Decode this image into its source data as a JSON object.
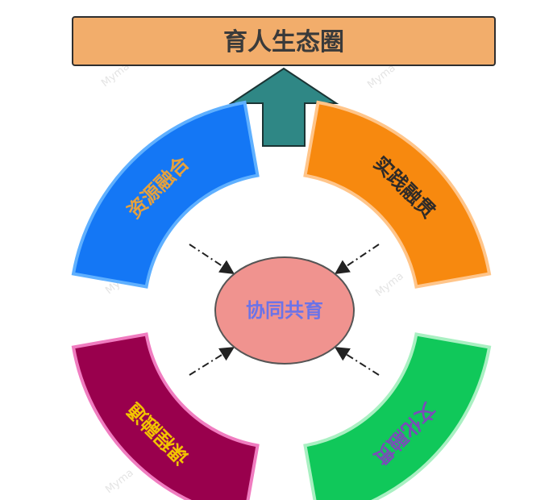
{
  "title": "育人生态圈",
  "center": {
    "label": "协同共育",
    "text_color": "#6b73e8"
  },
  "sectors": [
    {
      "id": "top-left",
      "label": "资源融合",
      "fill": "#1477f5",
      "stroke": "#5fb0ff",
      "text_color": "#e6a13c"
    },
    {
      "id": "top-right",
      "label": "实践融贯",
      "fill": "#f7890f",
      "stroke": "#ffc58a",
      "text_color": "#2e2a28"
    },
    {
      "id": "bottom-left",
      "label": "课程融通",
      "fill": "#99004d",
      "stroke": "#f07cc0",
      "text_color": "#f2c400"
    },
    {
      "id": "bottom-right",
      "label": "文化融贯",
      "fill": "#10c85a",
      "stroke": "#a9f0c2",
      "text_color": "#7a4db8"
    }
  ],
  "watermark": "Myma",
  "colors": {
    "title_fill": "#f2ad6b",
    "title_stroke": "#2f2f2f",
    "arrow_fill": "#2f8785",
    "arrow_stroke": "#1b3434",
    "circle_fill": "#f0938f",
    "circle_stroke": "#555555",
    "connector": "#222222"
  }
}
